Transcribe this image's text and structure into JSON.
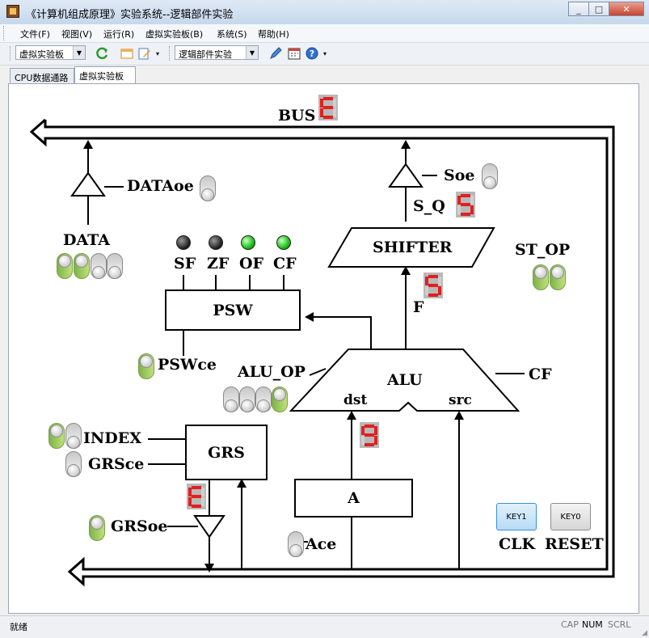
{
  "window": {
    "title": "《计算机组成原理》实验系统--逻辑部件实验"
  },
  "menu": [
    "文件(F)",
    "视图(V)",
    "运行(R)",
    "虚拟实验板(B)",
    "系统(S)",
    "帮助(H)"
  ],
  "toolbar": {
    "board_select": "虚拟实验板",
    "experiment_select": "逻辑部件实验"
  },
  "tabs": [
    {
      "label": "CPU数据通路",
      "active": false
    },
    {
      "label": "虚拟实验板",
      "active": true
    }
  ],
  "diagram": {
    "bus_label": "BUS",
    "data_label": "DATA",
    "dataoe_label": "DATAoe",
    "soe_label": "Soe",
    "sq_label": "S_Q",
    "shifter_label": "SHIFTER",
    "stop_label": "ST_OP",
    "flags": [
      {
        "name": "SF",
        "led": "dark"
      },
      {
        "name": "ZF",
        "led": "dark"
      },
      {
        "name": "OF",
        "led": "green"
      },
      {
        "name": "CF",
        "led": "green"
      }
    ],
    "psw_label": "PSW",
    "pswce_label": "PSWce",
    "f_label": "F",
    "alu_label": "ALU",
    "aluop_label": "ALU_OP",
    "cf_label": "CF",
    "dst_label": "dst",
    "src_label": "src",
    "index_label": "INDEX",
    "grsce_label": "GRSce",
    "grs_label": "GRS",
    "grsoe_label": "GRSoe",
    "a_label": "A",
    "ace_label": "Ace",
    "clk_label": "CLK",
    "reset_label": "RESET",
    "key1_label": "KEY1",
    "key0_label": "KEY0",
    "displays": {
      "bus": "E",
      "sq": "5",
      "f": "5",
      "a": "9",
      "grs": "E"
    },
    "switches": {
      "data": [
        true,
        true,
        false,
        false
      ],
      "dataoe": false,
      "soe": false,
      "stop": [
        true,
        true
      ],
      "pswce": true,
      "aluop": [
        false,
        false,
        false,
        true
      ],
      "index": [
        true,
        false
      ],
      "grsce": false,
      "grsoe": true,
      "ace": false
    }
  },
  "status": {
    "text": "就绪",
    "indicators": [
      "CAP",
      "NUM",
      "SCRL"
    ]
  },
  "colors": {
    "segment_on": "#e02020",
    "segment_off": "#cfcfcf",
    "display_bg": "#b9b9b9",
    "switch_on": "#9ccc5a"
  }
}
